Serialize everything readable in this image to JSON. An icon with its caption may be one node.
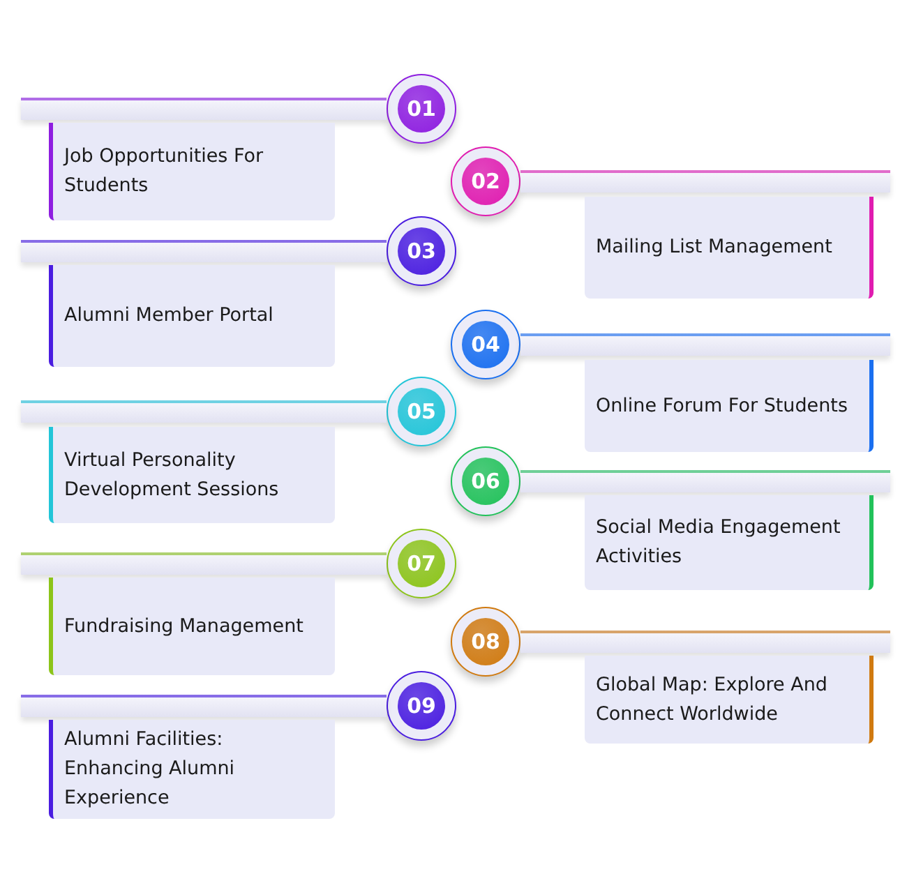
{
  "diagram": {
    "nodes": [
      {
        "text": [
          "01"
        ]
      },
      {
        "text": [],
        "shape": "bar"
      },
      {
        "text": [
          "Job Opportunities For Students"
        ]
      },
      {
        "text": [
          "02"
        ]
      },
      {
        "text": [],
        "shape": "bar"
      },
      {
        "text": [
          "Mailing List Management"
        ]
      },
      {
        "text": [
          "03"
        ]
      },
      {
        "text": [],
        "shape": "bar"
      },
      {
        "text": [
          "Alumni Member Portal"
        ]
      },
      {
        "text": [
          "04"
        ]
      },
      {
        "text": [],
        "shape": "bar"
      },
      {
        "text": [
          "Online Forum For Students"
        ]
      },
      {
        "text": [
          "05"
        ]
      },
      {
        "text": [],
        "shape": "bar"
      },
      {
        "text": [
          "Virtual Personality Development Sessions"
        ]
      },
      {
        "text": [
          "06"
        ]
      },
      {
        "text": [],
        "shape": "bar"
      },
      {
        "text": [
          "Social Media Engagement Activities"
        ]
      },
      {
        "text": [
          "07"
        ]
      },
      {
        "text": [],
        "shape": "bar"
      },
      {
        "text": [
          "Fundraising Management"
        ]
      },
      {
        "text": [
          "08"
        ]
      },
      {
        "text": [],
        "shape": "bar"
      },
      {
        "text": [
          "Global Map: Explore And Connect Worldwide"
        ]
      },
      {
        "text": [
          "09"
        ]
      },
      {
        "text": [],
        "shape": "bar"
      },
      {
        "text": [
          "Alumni Facilities: Enhancing Alumni Experience"
        ]
      }
    ]
  }
}
